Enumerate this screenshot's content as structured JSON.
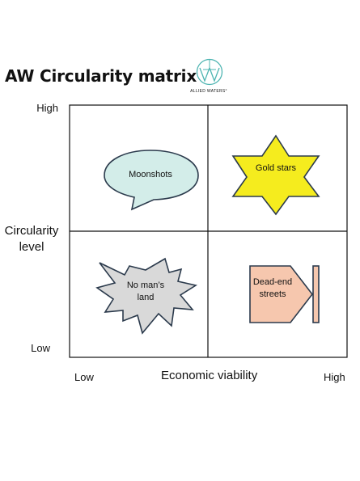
{
  "title": "AW Circularity matrix",
  "logo": {
    "text": "ALLIED WATERS°",
    "color": "#4fb5b2"
  },
  "axes": {
    "y_label": "Circularity level",
    "y_high": "High",
    "y_low": "Low",
    "x_label": "Economic viability",
    "x_low": "Low",
    "x_high": "High"
  },
  "quadrants": {
    "top_left": {
      "label": "Moonshots",
      "shape": "speech-bubble",
      "fill": "#d3ede9"
    },
    "top_right": {
      "label": "Gold stars",
      "shape": "six-point-star",
      "fill": "#f5ec1e"
    },
    "bottom_left": {
      "label": "No man’s land",
      "shape": "explosion",
      "fill": "#d9d9d9"
    },
    "bottom_right": {
      "label": "Dead-end streets",
      "shape": "arrow-to-wall",
      "fill": "#f6c7ae"
    }
  },
  "colors": {
    "outline": "#2b3a4c",
    "grid": "#111111"
  }
}
